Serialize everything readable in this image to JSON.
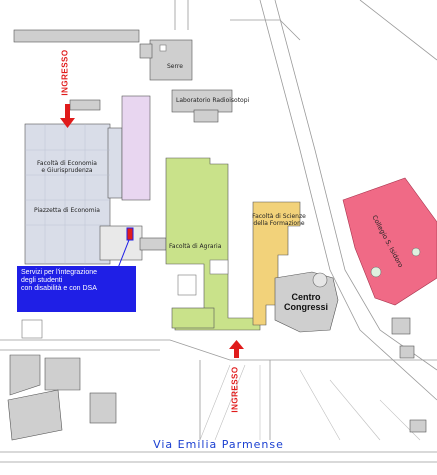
{
  "map": {
    "street_name": "Via Emilia Parmense",
    "entrance_label": "INGRESSO",
    "buildings": {
      "serre": "Serre",
      "laboratorio": "Laboratorio Radioisotopi",
      "economia_line1": "Facoltà di Economia",
      "economia_line2": "e Giurisprudenza",
      "piazzetta": "Piazzetta di Economia",
      "agraria": "Facoltà di Agraria",
      "formazione_line1": "Facoltà di Scienze",
      "formazione_line2": "della Formazione",
      "centro_line1": "Centro",
      "centro_line2": "Congressi",
      "collegio": "Collegio S. Isidoro"
    },
    "info_box": {
      "line1": "Servizi per l'integrazione",
      "line2": "degli studenti",
      "line3": "con disabilità e con DSA"
    },
    "colors": {
      "agraria": "#c9e28a",
      "formazione": "#f2d27a",
      "collegio": "#f06a86",
      "purple_building": "#e8d6f0",
      "economia": "#d9dde8",
      "info_box": "#1f1fe6",
      "entrance_arrow": "#e01b1b",
      "street_text": "#1a3fd1"
    }
  }
}
